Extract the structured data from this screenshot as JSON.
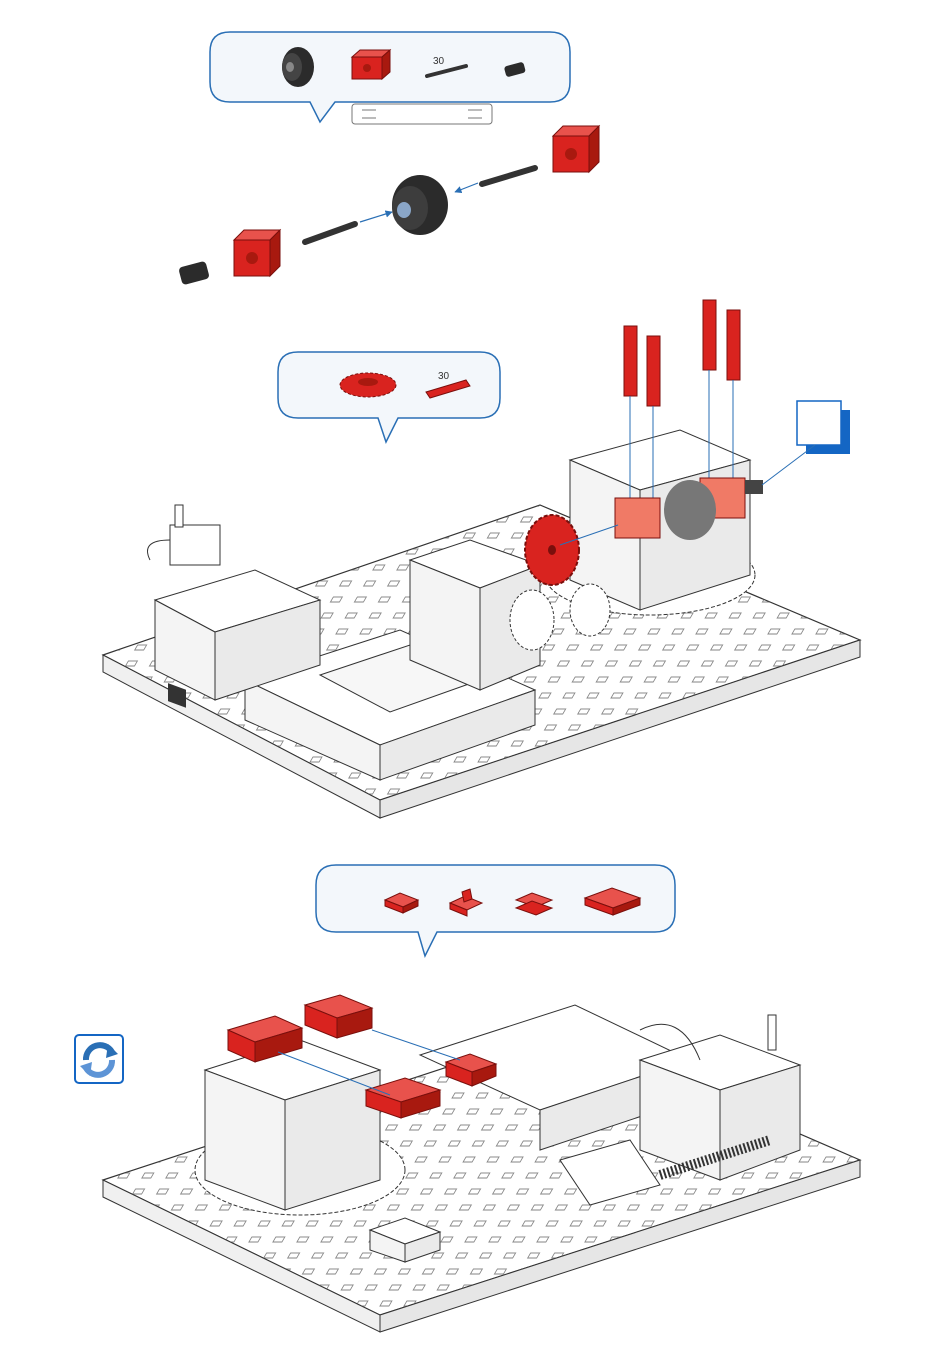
{
  "parts_callout_1": {
    "items": [
      {
        "name": "pulley-wheel",
        "qty_label": ""
      },
      {
        "name": "red-building-block",
        "qty_label": ""
      },
      {
        "name": "axle-30",
        "label": "30"
      },
      {
        "name": "coupling-sleeve",
        "qty_label": ""
      }
    ],
    "has_tool": true
  },
  "parts_callout_2": {
    "items": [
      {
        "name": "red-gear-z20"
      },
      {
        "name": "red-strut-30",
        "label": "30"
      }
    ]
  },
  "parts_callout_3": {
    "items": [
      {
        "name": "red-plate-15"
      },
      {
        "name": "red-angle-plate"
      },
      {
        "name": "red-double-plate"
      },
      {
        "name": "red-plate-30"
      }
    ]
  },
  "rotate_icon": "rotate-model-icon",
  "colors": {
    "callout_border": "#2a6fb5",
    "callout_fill": "#f3f7fb",
    "part_red": "#d9231f",
    "arrow_blue": "#2a6fb5",
    "highlight_blue": "#1466c4"
  }
}
